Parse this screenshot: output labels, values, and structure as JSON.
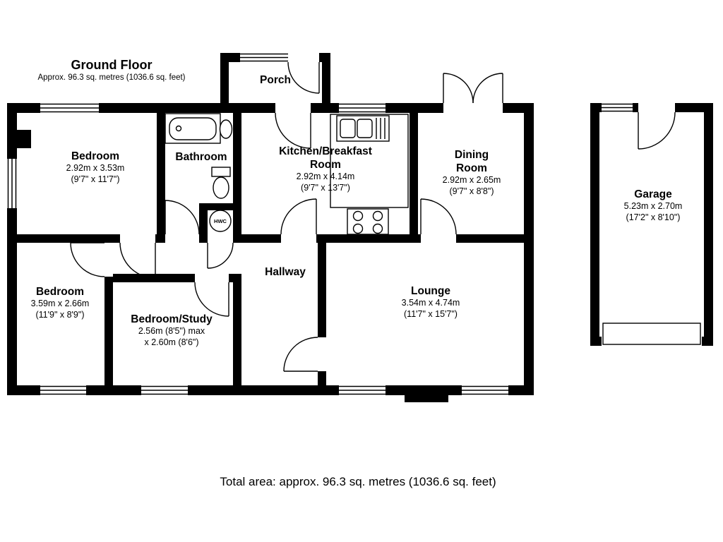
{
  "header": {
    "title": "Ground Floor",
    "subtitle": "Approx. 96.3 sq. metres (1036.6 sq. feet)"
  },
  "rooms": {
    "porch": {
      "name": "Porch"
    },
    "bedroom1": {
      "name": "Bedroom",
      "dims_metric": "2.92m x 3.53m",
      "dims_imperial": "(9'7\" x 11'7\")"
    },
    "bathroom": {
      "name": "Bathroom"
    },
    "kitchen": {
      "name_line1": "Kitchen/Breakfast",
      "name_line2": "Room",
      "dims_metric": "2.92m x 4.14m",
      "dims_imperial": "(9'7\" x 13'7\")"
    },
    "dining": {
      "name_line1": "Dining",
      "name_line2": "Room",
      "dims_metric": "2.92m x 2.65m",
      "dims_imperial": "(9'7\" x 8'8\")"
    },
    "bedroom2": {
      "name": "Bedroom",
      "dims_metric": "3.59m x 2.66m",
      "dims_imperial": "(11'9\" x 8'9\")"
    },
    "study": {
      "name": "Bedroom/Study",
      "dims_line1": "2.56m (8'5\") max",
      "dims_line2": "x 2.60m (8'6\")"
    },
    "hallway": {
      "name": "Hallway"
    },
    "lounge": {
      "name": "Lounge",
      "dims_metric": "3.54m x 4.74m",
      "dims_imperial": "(11'7\" x 15'7\")"
    },
    "garage": {
      "name": "Garage",
      "dims_metric": "5.23m x 2.70m",
      "dims_imperial": "(17'2\" x 8'10\")"
    },
    "hwc": {
      "label": "HWC"
    }
  },
  "footer": {
    "total_area": "Total area: approx. 96.3 sq. metres (1036.6 sq. feet)"
  },
  "colors": {
    "wall": "#000000",
    "background": "#ffffff"
  }
}
